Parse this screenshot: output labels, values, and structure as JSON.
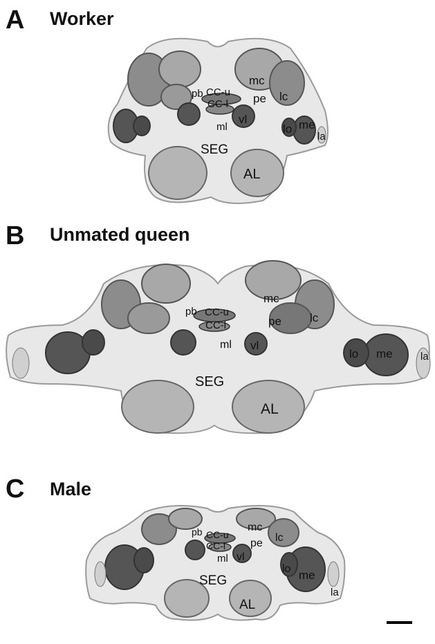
{
  "panels": [
    {
      "letter": "A",
      "title": "Worker",
      "labels": {
        "mc": "mc",
        "pb": "pb",
        "cc_u": "CC-u",
        "cc_l": "CC-l",
        "pe": "pe",
        "lc": "lc",
        "vl": "vl",
        "ml": "ml",
        "lo": "lo",
        "me": "me",
        "la": "la",
        "seg": "SEG",
        "al": "AL"
      }
    },
    {
      "letter": "B",
      "title": "Unmated queen",
      "labels": {
        "mc": "mc",
        "pb": "pb",
        "cc_u": "CC-u",
        "cc_l": "CC-l",
        "pe": "pe",
        "lc": "lc",
        "vl": "vl",
        "ml": "ml",
        "lo": "lo",
        "me": "me",
        "la": "la",
        "seg": "SEG",
        "al": "AL"
      }
    },
    {
      "letter": "C",
      "title": "Male",
      "labels": {
        "mc": "mc",
        "pb": "pb",
        "cc_u": "CC-u",
        "cc_l": "CC-l",
        "pe": "pe",
        "lc": "lc",
        "vl": "vl",
        "ml": "ml",
        "lo": "lo",
        "me": "me",
        "la": "la",
        "seg": "SEG",
        "al": "AL"
      }
    }
  ],
  "colors": {
    "outline": "#e6e6e6",
    "calyx": "#9a9a9a",
    "lobe_dark": "#555555",
    "al": "#b5b5b5"
  }
}
